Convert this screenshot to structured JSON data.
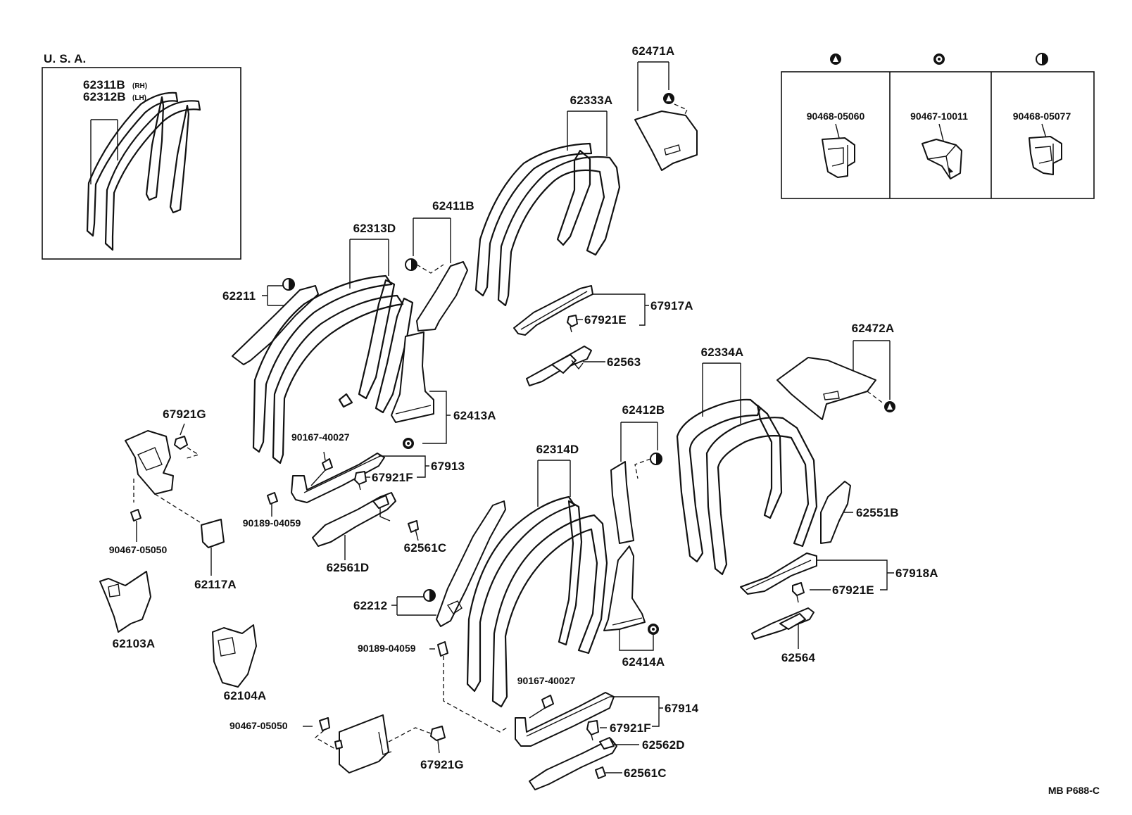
{
  "region_label": "U. S. A.",
  "drawing_code": "MB P688-C",
  "legend": {
    "columns": [
      {
        "symbol": "triangle-in-circle",
        "part_number": "90468-05060"
      },
      {
        "symbol": "dot-in-circle",
        "part_number": "90467-10011"
      },
      {
        "symbol": "half-filled-circle",
        "part_number": "90468-05077"
      }
    ]
  },
  "inset": {
    "labels": [
      {
        "number": "62311B",
        "side": "(RH)"
      },
      {
        "number": "62312B",
        "side": "(LH)"
      }
    ]
  },
  "labels": {
    "p62471A": "62471A",
    "p62333A": "62333A",
    "p62411B": "62411B",
    "p62313D": "62313D",
    "p62211": "62211",
    "p67917A": "67917A",
    "p67921E_1": "67921E",
    "p62563": "62563",
    "p62472A": "62472A",
    "p62334A": "62334A",
    "p62413A": "62413A",
    "p67921G_1": "67921G",
    "p90167_40027_1": "90167-40027",
    "p67913": "67913",
    "p67921F_1": "67921F",
    "p90189_04059_1": "90189-04059",
    "p62561C_1": "62561C",
    "p62561D": "62561D",
    "p90467_05050_1": "90467-05050",
    "p62117A": "62117A",
    "p62103A": "62103A",
    "p62104A": "62104A",
    "p62412B": "62412B",
    "p62314D": "62314D",
    "p62551B": "62551B",
    "p67918A": "67918A",
    "p67921E_2": "67921E",
    "p62564": "62564",
    "p62212": "62212",
    "p90189_04059_2": "90189-04059",
    "p62414A": "62414A",
    "p90167_40027_2": "90167-40027",
    "p67914": "67914",
    "p67921F_2": "67921F",
    "p62562D": "62562D",
    "p62561C_2": "62561C",
    "p90467_05050_2": "90467-05050",
    "p67921G_2": "67921G"
  }
}
